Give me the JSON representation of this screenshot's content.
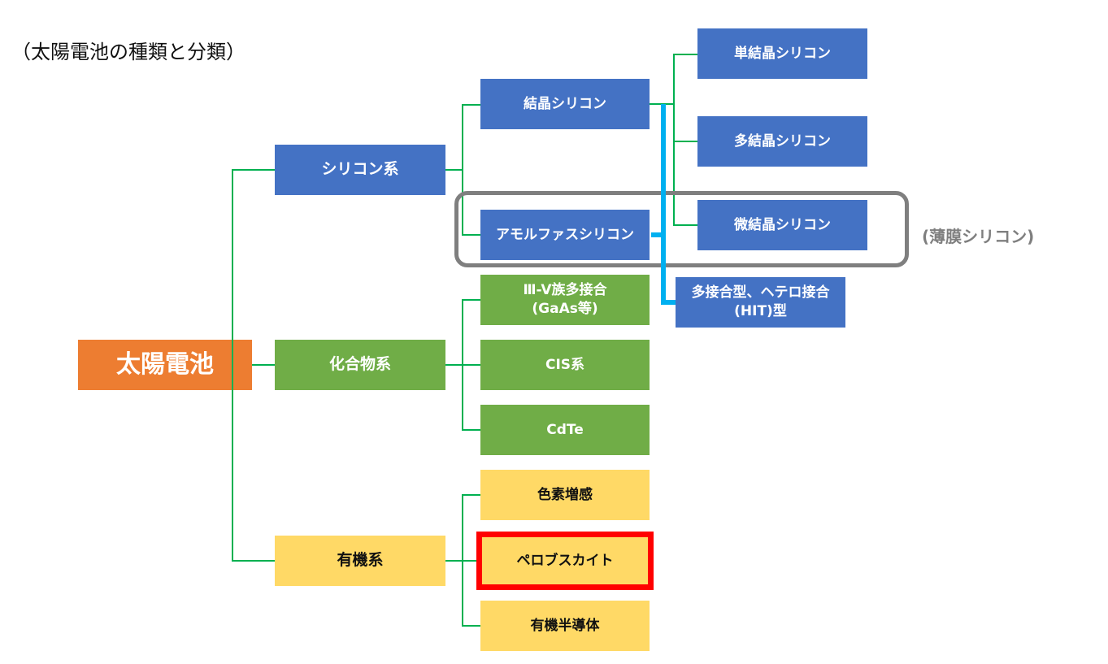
{
  "title": "（太陽電池の種類と分類）",
  "root": {
    "label": "太陽電池",
    "color": "#ed7d31"
  },
  "categories": [
    {
      "label": "シリコン系",
      "color": "#4472c4"
    },
    {
      "label": "化合物系",
      "color": "#70ad47"
    },
    {
      "label": "有機系",
      "color": "#ffd966"
    }
  ],
  "silicon": {
    "crystal": "結晶シリコン",
    "amorphous": "アモルファスシリコン",
    "crystal_children": [
      "単結晶シリコン",
      "多結晶シリコン",
      "微結晶シリコン"
    ],
    "multi_junction": [
      "多接合型、ヘテロ接合",
      "(HIT)型"
    ]
  },
  "compound": {
    "items": [
      {
        "line1": "Ⅲ-V族多接合",
        "line2": "(GaAs等)"
      },
      {
        "line1": "CIS系"
      },
      {
        "line1": "CdTe"
      }
    ]
  },
  "organic": {
    "items": [
      "色素増感",
      "ペロブスカイト",
      "有機半導体"
    ],
    "highlighted": "ペロブスカイト",
    "highlight_color": "#ff0000"
  },
  "thin_film_note": "(薄膜シリコン)",
  "connector_colors": {
    "tree": "#00b050",
    "multi_junction": "#00b0f0",
    "thin_film_frame": "#7f7f7f"
  }
}
